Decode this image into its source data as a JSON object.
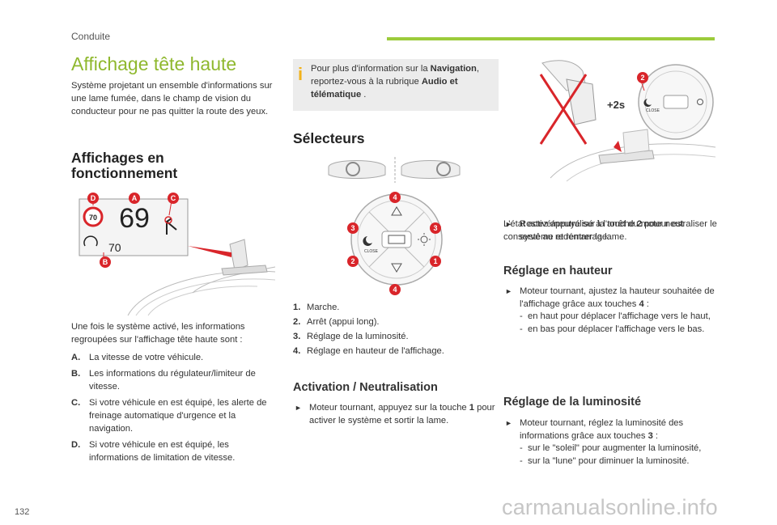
{
  "header": {
    "section": "Conduite",
    "accent_color": "#9ccb3b"
  },
  "page_number": "132",
  "watermark": "carmanualsonline.info",
  "title": "Affichage tête haute",
  "intro": "Système projetant un ensemble d'informations sur une lame fumée, dans le champ de vision du conducteur pour ne pas quitter la route des yeux.",
  "affichages": {
    "heading": "Affichages en fonctionnement",
    "figure": {
      "speed": "69",
      "limit_sign": "70",
      "cruise": "70",
      "labels": [
        "D",
        "A",
        "C",
        "B"
      ]
    },
    "lead": "Une fois le système activé, les informations regroupées sur l'affichage tête haute sont :",
    "items": [
      {
        "key": "A.",
        "text": "La vitesse de votre véhicule."
      },
      {
        "key": "B.",
        "text": "Les informations du régulateur/limiteur de vitesse."
      },
      {
        "key": "C.",
        "text": "Si votre véhicule en est équipé, les alerte de freinage automatique d'urgence et la navigation."
      },
      {
        "key": "D.",
        "text": "Si votre véhicule en est équipé, les informations de limitation de vitesse."
      }
    ]
  },
  "info": {
    "icon": "info-icon",
    "pre": "Pour plus d'information sur la ",
    "b1": "Navigation",
    "mid": ", reportez-vous à la rubrique ",
    "b2": "Audio et télématique",
    "post": " ."
  },
  "selecteurs": {
    "heading": "Sélecteurs",
    "figure": {
      "badges": [
        "4",
        "3",
        "3",
        "2",
        "1",
        "4"
      ],
      "close_label": "CLOSE"
    },
    "items": [
      {
        "key": "1.",
        "text": "Marche."
      },
      {
        "key": "2.",
        "text": "Arrêt (appui long)."
      },
      {
        "key": "3.",
        "text": "Réglage de la luminosité."
      },
      {
        "key": "4.",
        "text": "Réglage en hauteur de l'affichage."
      }
    ]
  },
  "activation": {
    "heading": "Activation / Neutralisation",
    "pre": "Moteur tournant, appuyez sur la touche ",
    "key": "1",
    "post": " pour activer le système et sortir la lame."
  },
  "right_figure": {
    "badge": "2",
    "press": "+2s",
    "close_label": "CLOSE"
  },
  "restez": {
    "pre": "Restez appuyé sur la touche ",
    "key": "2",
    "post": " pour neutraliser le système et rentrer la lame.",
    "note": "L'état activé/neutralisé à l'arrêt du moteur est conservé au redémarrage."
  },
  "hauteur": {
    "heading": "Réglage en hauteur",
    "pre": "Moteur tournant, ajustez la hauteur souhaitée de l'affichage grâce aux touches ",
    "key": "4",
    "post": " :",
    "dashes": [
      "en haut pour déplacer l'affichage vers le haut,",
      "en bas pour déplacer l'affichage vers le bas."
    ]
  },
  "luminosite": {
    "heading": "Réglage de la luminosité",
    "pre": "Moteur tournant, réglez la luminosité des informations grâce aux touches ",
    "key": "3",
    "post": " :",
    "dashes": [
      "sur le \"soleil\" pour augmenter la luminosité,",
      "sur la \"lune\" pour diminuer la luminosité."
    ]
  },
  "colors": {
    "title_green": "#8fb82e",
    "badge_red": "#d9252a",
    "info_yellow": "#f2b21a"
  }
}
